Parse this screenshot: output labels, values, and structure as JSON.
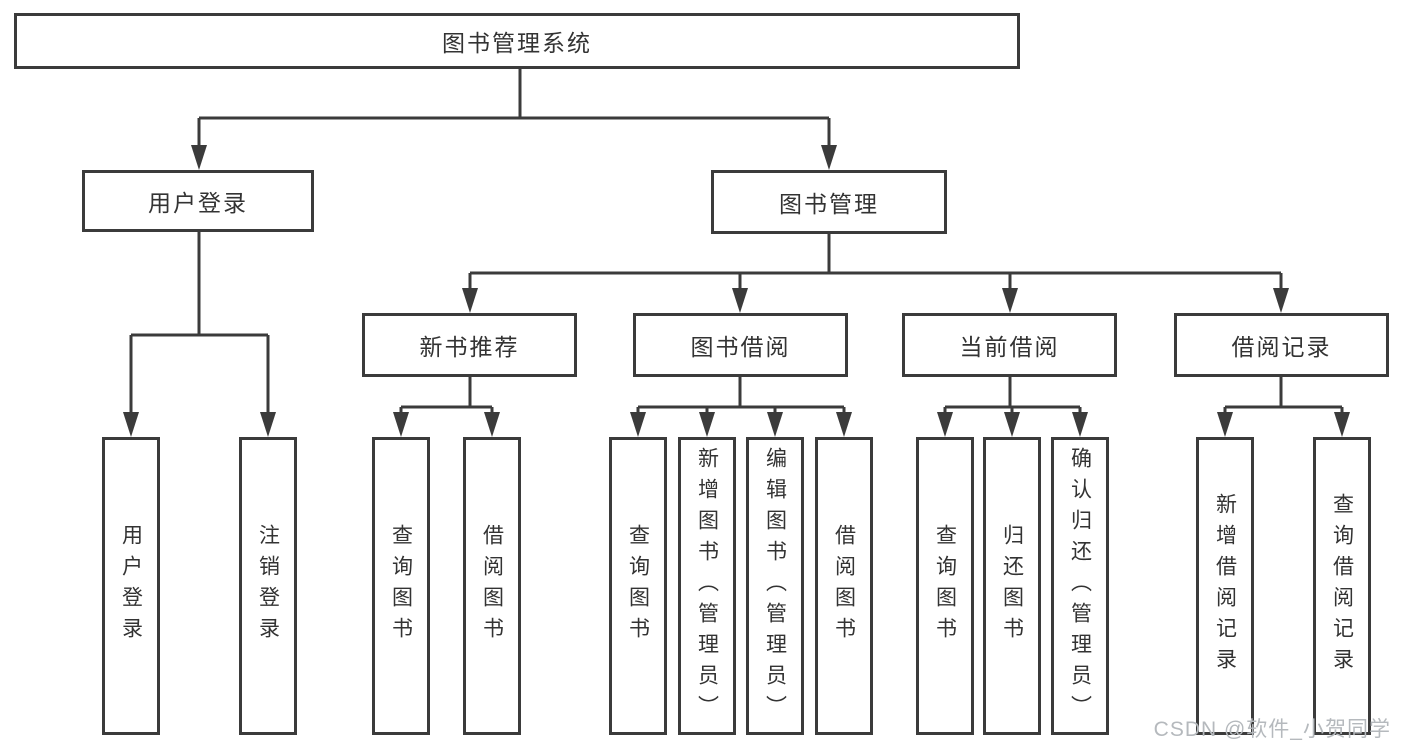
{
  "tree": {
    "root": {
      "label": "图书管理系统"
    },
    "children": [
      {
        "label": "用户登录",
        "leaves": [
          "用户登录",
          "注销登录"
        ]
      },
      {
        "label": "图书管理",
        "children": [
          {
            "label": "新书推荐",
            "leaves": [
              "查询图书",
              "借阅图书"
            ]
          },
          {
            "label": "图书借阅",
            "leaves": [
              "查询图书",
              "新增图书（管理员）",
              "编辑图书（管理员）",
              "借阅图书"
            ]
          },
          {
            "label": "当前借阅",
            "leaves": [
              "查询图书",
              "归还图书",
              "确认归还（管理员）"
            ]
          },
          {
            "label": "借阅记录",
            "leaves": [
              "新增借阅记录",
              "查询借阅记录"
            ]
          }
        ]
      }
    ]
  },
  "watermark": "CSDN @软件_小贺同学",
  "colors": {
    "line": "#3b3b3b",
    "text": "#333333",
    "watermark": "#b5b9bd",
    "background": "#ffffff"
  }
}
